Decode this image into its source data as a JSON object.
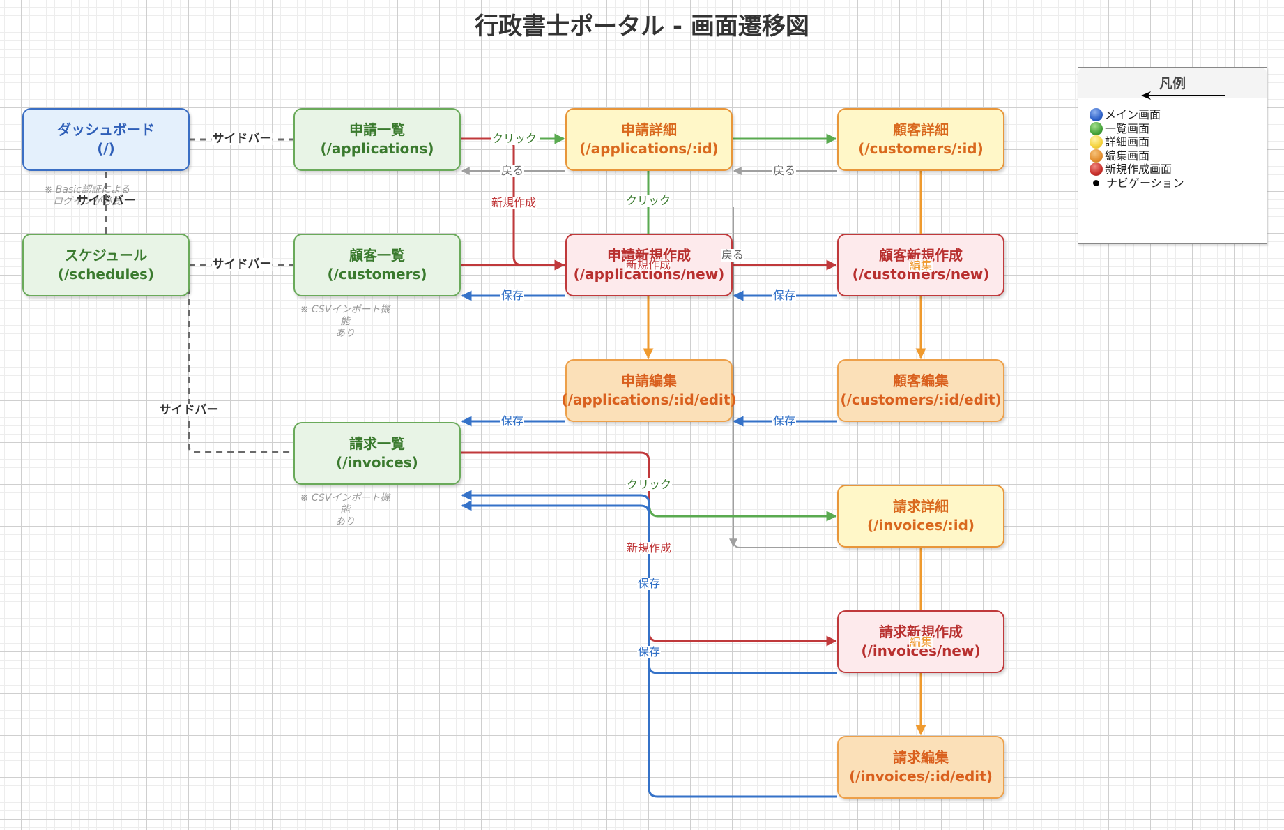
{
  "title": "行政書士ポータル - 画面遷移図",
  "colors": {
    "main": "#3b6fc4",
    "list": "#6aaa5a",
    "detail": "#f2c94c",
    "edit": "#eda04a",
    "create": "#c0393b",
    "nav_click": "#5aaa50",
    "nav_back": "#a0a0a0",
    "nav_save": "#3572c8",
    "nav_new": "#c0393b",
    "nav_edit": "#ef9a2e",
    "nav_sidebar": "#666666"
  },
  "nodes": {
    "dashboard": {
      "name": "ダッシュボード",
      "path": "(/)"
    },
    "schedules": {
      "name": "スケジュール",
      "path": "(/schedules)"
    },
    "app_list": {
      "name": "申請一覧",
      "path": "(/applications)"
    },
    "cust_list": {
      "name": "顧客一覧",
      "path": "(/customers)"
    },
    "inv_list": {
      "name": "請求一覧",
      "path": "(/invoices)"
    },
    "app_detail": {
      "name": "申請詳細",
      "path": "(/applications/:id)"
    },
    "app_new": {
      "name": "申請新規作成",
      "path": "(/applications/new)"
    },
    "app_edit": {
      "name": "申請編集",
      "path": "(/applications/:id/edit)"
    },
    "cust_detail": {
      "name": "顧客詳細",
      "path": "(/customers/:id)"
    },
    "cust_new": {
      "name": "顧客新規作成",
      "path": "(/customers/new)"
    },
    "cust_edit": {
      "name": "顧客編集",
      "path": "(/customers/:id/edit)"
    },
    "inv_detail": {
      "name": "請求詳細",
      "path": "(/invoices/:id)"
    },
    "inv_new": {
      "name": "請求新規作成",
      "path": "(/invoices/new)"
    },
    "inv_edit": {
      "name": "請求編集",
      "path": "(/invoices/:id/edit)"
    }
  },
  "notes": {
    "dashboard": {
      "line1": "※ Basic認証による",
      "line2": "ログインが必要"
    },
    "cust_list": {
      "line1": "※ CSVインポート機",
      "line2": "能",
      "line3": "あり"
    },
    "inv_list": {
      "line1": "※ CSVインポート機",
      "line2": "能",
      "line3": "あり"
    }
  },
  "edges": {
    "sidebar": "サイドバー",
    "click": "クリック",
    "back": "戻る",
    "new": "新規作成",
    "save": "保存",
    "edit": "編集"
  },
  "legend": {
    "title": "凡例",
    "items": [
      {
        "label": "メイン画面",
        "color": "#2f62c9"
      },
      {
        "label": "一覧画面",
        "color": "#45a33a"
      },
      {
        "label": "詳細画面",
        "color": "#f5d33d"
      },
      {
        "label": "編集画面",
        "color": "#e38e2e"
      },
      {
        "label": "新規作成画面",
        "color": "#c9302c"
      },
      {
        "label": "ナビゲーション",
        "color": "#000000"
      }
    ]
  }
}
